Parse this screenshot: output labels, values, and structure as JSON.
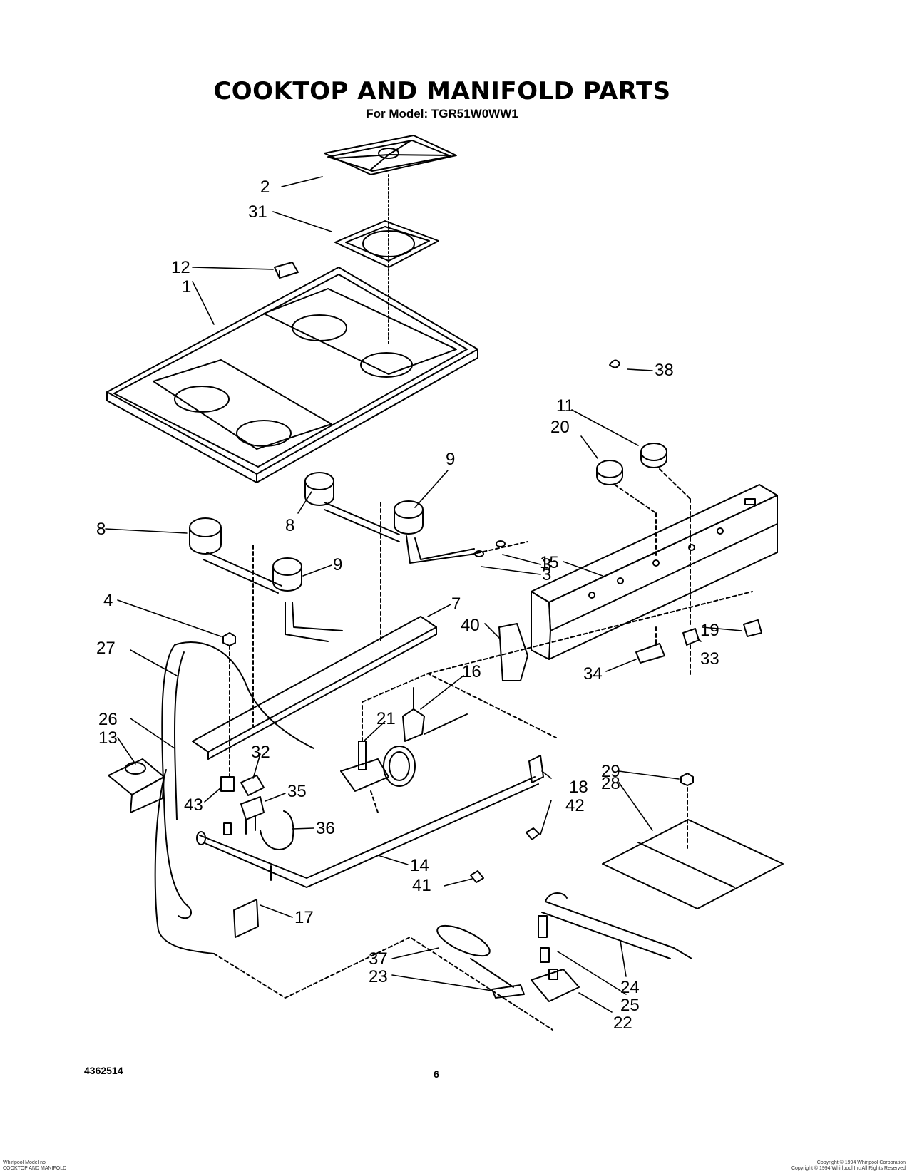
{
  "header": {
    "title": "COOKTOP AND MANIFOLD PARTS",
    "model_line": "For Model: TGR51W0WW1"
  },
  "footer": {
    "part_number": "4362514",
    "page_number": "6",
    "left_line1": "Whirlpool  Model no",
    "left_line2": "COOKTOP AND MANIFOLD",
    "right_line1": "Copyright © 1994 Whirlpool Corporation",
    "right_line2": "Copyright © 1994 Whirlpool Inc  All Rights Reserved"
  },
  "callouts": {
    "c1": "1",
    "c2": "2",
    "c3": "3",
    "c3b": "3",
    "c4": "4",
    "c7": "7",
    "c8a": "8",
    "c8b": "8",
    "c9a": "9",
    "c9b": "9",
    "c11": "11",
    "c12": "12",
    "c13": "13",
    "c14": "14",
    "c15": "15",
    "c16": "16",
    "c17": "17",
    "c18": "18",
    "c19": "19",
    "c20": "20",
    "c21": "21",
    "c22": "22",
    "c23": "23",
    "c24": "24",
    "c25": "25",
    "c26": "26",
    "c27": "27",
    "c28": "28",
    "c29": "29",
    "c31": "31",
    "c32": "32",
    "c33": "33",
    "c34": "34",
    "c35": "35",
    "c36": "36",
    "c37": "37",
    "c38": "38",
    "c40": "40",
    "c41": "41",
    "c42": "42",
    "c43": "43"
  }
}
